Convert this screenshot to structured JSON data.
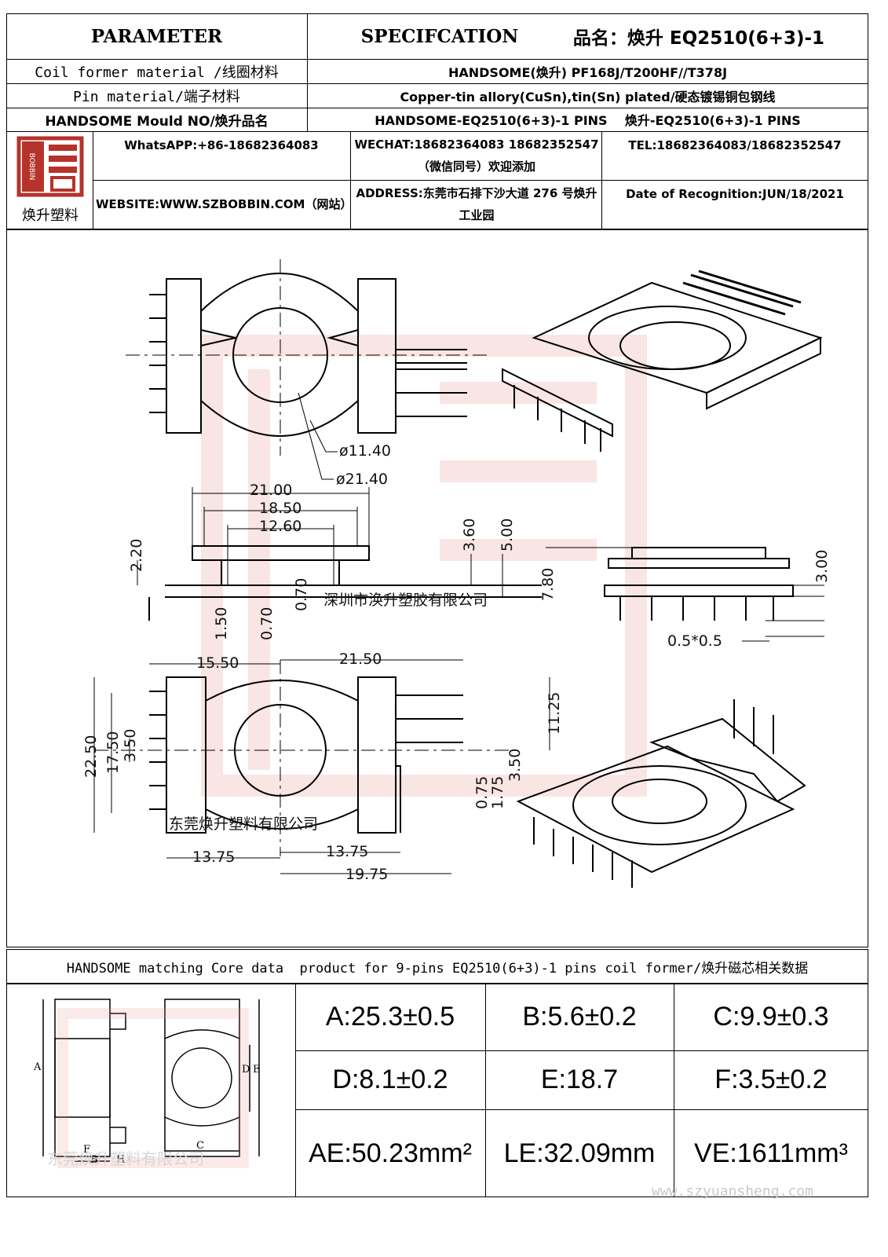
{
  "header": {
    "parameter": "PARAMETER",
    "specification": "SPECIFCATION",
    "product_name": "品名：焕升 EQ2510(6+3)-1"
  },
  "rows": [
    {
      "label": "Coil former material /线圈材料",
      "value": "HANDSOME(焕升)   PF168J/T200HF//T378J"
    },
    {
      "label": "Pin material/端子材料",
      "value": "Copper-tin allory(CuSn),tin(Sn) plated/硬态镀锡铜包钢线"
    },
    {
      "label": "HANDSOME Mould NO/焕升品名",
      "value": "HANDSOME-EQ2510(6+3)-1 PINS    焕升-EQ2510(6+3)-1 PINS"
    }
  ],
  "company": {
    "logo_caption": "焕升塑料",
    "logo_letters": "BOBBIN",
    "whatsapp": "WhatsAPP:+86-18682364083",
    "wechat": "WECHAT:18682364083 18682352547（微信同号）欢迎添加",
    "tel": "TEL:18682364083/18682352547",
    "website": "WEBSITE:WWW.SZBOBBIN.COM（网站）",
    "address": "ADDRESS:东莞市石排下沙大道 276 号焕升工业园",
    "date": "Date of Recognition:JUN/18/2021"
  },
  "drawing": {
    "dims": {
      "d_inner": "ø11.40",
      "d_outer": "ø21.40",
      "w_21": "21.00",
      "w_18_5": "18.50",
      "w_12_6": "12.60",
      "h_3_6": "3.60",
      "h_5_0": "5.00",
      "h_7_8": "7.80",
      "h_3_0": "3.00",
      "h_2_2": "2.20",
      "h_0_7a": "0.70",
      "h_0_7b": "0.70",
      "h_1_5": "1.50",
      "pin_sq": "0.5*0.5",
      "w_15_5": "15.50",
      "w_21_5": "21.50",
      "h_11_25": "11.25",
      "h_22_5": "22.50",
      "h_17_5": "17.50",
      "h_3_5a": "3.50",
      "h_0_75": "0.75",
      "h_1_75": "1.75",
      "h_3_5b": "3.50",
      "w_13_75a": "13.75",
      "w_13_75b": "13.75",
      "w_19_75": "19.75"
    },
    "watermark_small": "深圳市涣升塑胶有限公司",
    "watermark_big": "东莞焕升塑料有限公司"
  },
  "core": {
    "title": "HANDSOME matching Core data  product for 9-pins EQ2510(6+3)-1 pins coil former/焕升磁芯相关数据",
    "labels": {
      "a": "A",
      "b": "B",
      "c": "C",
      "d": "D",
      "e": "E",
      "f": "F",
      "h": "H"
    },
    "watermark": "东莞焕升塑料有限公司",
    "values": [
      {
        "name": "A",
        "text": "A:25.3±0.5"
      },
      {
        "name": "B",
        "text": "B:5.6±0.2"
      },
      {
        "name": "C",
        "text": "C:9.9±0.3"
      },
      {
        "name": "D",
        "text": "D:8.1±0.2"
      },
      {
        "name": "E",
        "text": "E:18.7"
      },
      {
        "name": "F",
        "text": "F:3.5±0.2"
      }
    ],
    "ae": "AE:50.23mm²",
    "le": "LE:32.09mm",
    "ve": "VE:1611mm³"
  },
  "footer_url": "www.szyuansheng.com"
}
